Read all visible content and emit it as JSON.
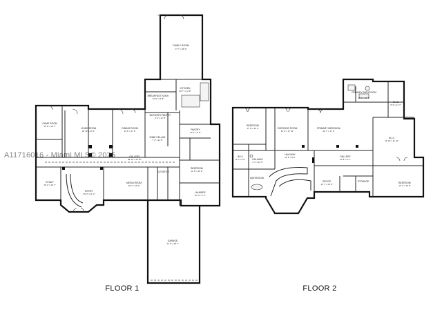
{
  "floors": [
    {
      "label": "FLOOR 1",
      "rooms": [
        {
          "id": "family-room",
          "name": "FAMILY ROOM",
          "dims": "17' 7\" x 28' 3\""
        },
        {
          "id": "kitchen",
          "name": "KITCHEN",
          "dims": "26' 7\" x 14' 8\""
        },
        {
          "id": "breakfast-nook",
          "name": "BREAKFAST NOOK",
          "dims": "10' 5\" x 11' 8\""
        },
        {
          "id": "butlers-pantry",
          "name": "BUTLER'S PANTRY",
          "dims": "6' 4\" x 11' 8\""
        },
        {
          "id": "game-room",
          "name": "GAME ROOM",
          "dims": "15' 9\" x 14' 1\""
        },
        {
          "id": "living-room",
          "name": "LIVING ROOM",
          "dims": "18' 10\" x 17' 6\""
        },
        {
          "id": "dining-room",
          "name": "DINING ROOM",
          "dims": "14' 6\" x 17' 6\""
        },
        {
          "id": "wine-cellar",
          "name": "WINE CELLAR",
          "dims": "7' 4\" x 11' 8\""
        },
        {
          "id": "pantry",
          "name": "PANTRY",
          "dims": "11' 5\" x 6' 8\""
        },
        {
          "id": "gallery",
          "name": "GALLERY",
          "dims": "38' 11\" x 10' 10\""
        },
        {
          "id": "study",
          "name": "STUDY",
          "dims": "15' 2\" x 16' 7\""
        },
        {
          "id": "entry",
          "name": "ENTRY",
          "dims": "25' 2\" x 21' 3\""
        },
        {
          "id": "media-room",
          "name": "MEDIA ROOM",
          "dims": "18' 7\" x 16' 2\""
        },
        {
          "id": "elevator",
          "name": "ELEVATOR",
          "dims": ""
        },
        {
          "id": "bedroom",
          "name": "BEDROOM",
          "dims": "12' 5\" x 16' 9\""
        },
        {
          "id": "laundry",
          "name": "LAUNDRY",
          "dims": "11' 11\" x 7' 1\""
        },
        {
          "id": "garage",
          "name": "GARAGE",
          "dims": "21' 9\" x 28' 7\""
        }
      ]
    },
    {
      "label": "FLOOR 2",
      "rooms": [
        {
          "id": "bedroom-nw",
          "name": "BEDROOM",
          "dims": "17' 8\" x 16' 1\""
        },
        {
          "id": "exercise-room",
          "name": "EXERCISE ROOM",
          "dims": "14' 0\" x 17' 10\""
        },
        {
          "id": "primary-bedroom",
          "name": "PRIMARY BEDROOM",
          "dims": "26' 7\" x 17' 6\""
        },
        {
          "id": "primary-bathroom",
          "name": "PRIMARY BATHROOM",
          "dims": "18' 1\" x 12' 8\""
        },
        {
          "id": "wic-1",
          "name": "W.I.C",
          "dims": "8' 4\" x 17' 7\""
        },
        {
          "id": "wic-2",
          "name": "W.I.C",
          "dims": "14' 10\" x 11' 10\""
        },
        {
          "id": "wic-3",
          "name": "W.I.C",
          "dims": "8' 0\" x 5' 5\""
        },
        {
          "id": "hallway-1",
          "name": "HALLWAY",
          "dims": "4' 1\" x 12' 5\""
        },
        {
          "id": "hallway-2",
          "name": "HALLWAY",
          "dims": "21' 8\" x 9' 8\""
        },
        {
          "id": "gallery",
          "name": "GALLERY",
          "dims": "23' 8\" x 6' 1\""
        },
        {
          "id": "bathroom",
          "name": "BATHROOM",
          "dims": ""
        },
        {
          "id": "office",
          "name": "OFFICE",
          "dims": "12' 7\" x 10' 8\""
        },
        {
          "id": "storage",
          "name": "STORAGE",
          "dims": ""
        },
        {
          "id": "bedroom-se",
          "name": "BEDROOM",
          "dims": "13' 3\" x 15' 8\""
        }
      ]
    }
  ],
  "watermark": "A11716016 - Miami MLS© 2025"
}
